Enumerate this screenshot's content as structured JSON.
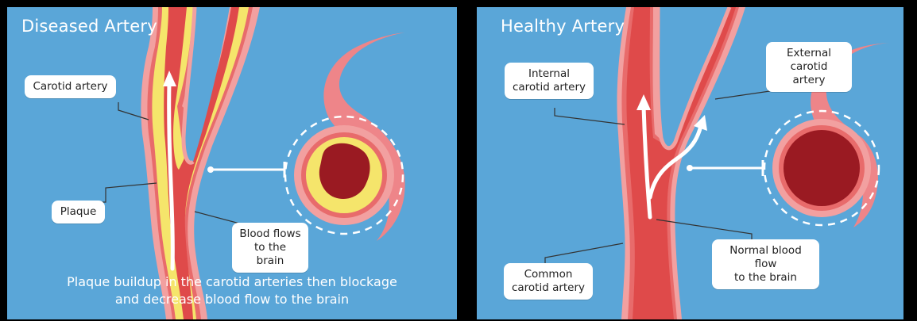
{
  "left_panel": {
    "title": "Diseased Artery",
    "labels": {
      "carotid_artery": "Carotid artery",
      "plaque": "Plaque",
      "blood_flows": "Blood flows\nto the brain"
    },
    "caption_line1": "Plaque buildup in the carotid arteries then blockage",
    "caption_line2": "and decrease blood flow to the brain"
  },
  "right_panel": {
    "title": "Healthy Artery",
    "labels": {
      "internal_carotid": "Internal\ncarotid artery",
      "external_carotid": "External\ncarotid artery",
      "common_carotid": "Common\ncarotid artery",
      "normal_blood_flow": "Normal blood flow\nto the brain"
    }
  },
  "colors": {
    "background": "#5aa6d8",
    "artery_outer": "#f2a0a0",
    "artery_wall": "#e86b6b",
    "blood": "#df4a4a",
    "blood_dark": "#9a1a22",
    "plaque": "#f5e56b",
    "vein_pink": "#ee8589"
  }
}
